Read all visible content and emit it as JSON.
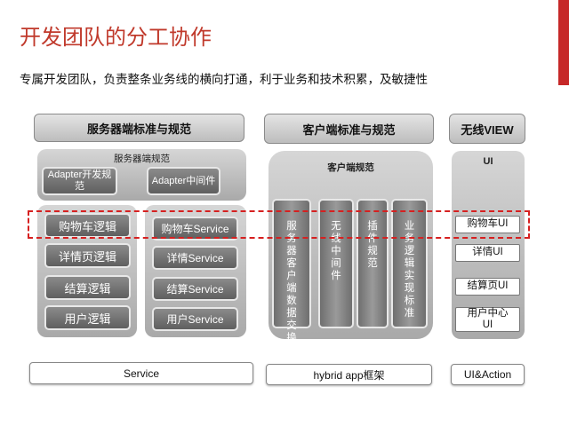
{
  "title": "开发团队的分工协作",
  "subtitle": "专属开发团队，负责整条业务线的横向打通，利于业务和技术积累，及敏捷性",
  "columns": {
    "server": {
      "header": "服务器端标准与规范",
      "panel_title": "服务器端规范",
      "top_boxes": [
        "Adapter开发规范",
        "Adapter中间件"
      ],
      "logic_boxes": [
        "购物车逻辑",
        "详情页逻辑",
        "结算逻辑",
        "用户逻辑"
      ],
      "service_boxes": [
        "购物车Service",
        "详情Service",
        "结算Service",
        "用户Service"
      ],
      "footer": "Service"
    },
    "client": {
      "header": "客户端标准与规范",
      "panel_title": "客户端规范",
      "columns": [
        "服务器客户端数据交换规范",
        "无线中间件",
        "插件规范",
        "业务逻辑实现标准"
      ],
      "footer": "hybrid app框架"
    },
    "wireless": {
      "header": "无线VIEW",
      "panel_title": "UI",
      "boxes": [
        "购物车UI",
        "详情UI",
        "结算页UI",
        "用户中心UI"
      ],
      "footer": "UI&Action"
    }
  },
  "colors": {
    "title": "#c0392b",
    "highlight_dash": "#d62020",
    "accent_strip": "#c62828"
  }
}
